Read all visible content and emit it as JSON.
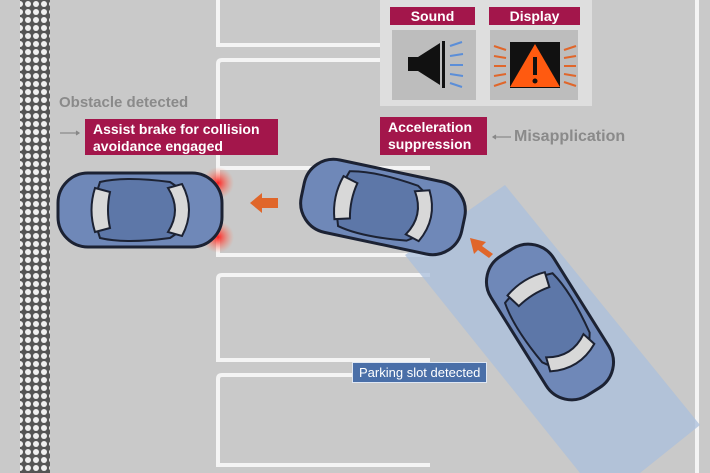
{
  "panel": {
    "sound_label": "Sound",
    "display_label": "Display"
  },
  "labels": {
    "obstacle": "Obstacle detected",
    "assist_brake": [
      "Assist brake for collision",
      "avoidance engaged"
    ],
    "acceleration": [
      "Acceleration",
      "suppression"
    ],
    "misapplication": "Misapplication",
    "parking_slot": "Parking slot detected"
  },
  "colors": {
    "accent": "#a3164b",
    "car": "#6f88b8",
    "arrow": "#e0662a",
    "warning": "#ff5a10"
  }
}
